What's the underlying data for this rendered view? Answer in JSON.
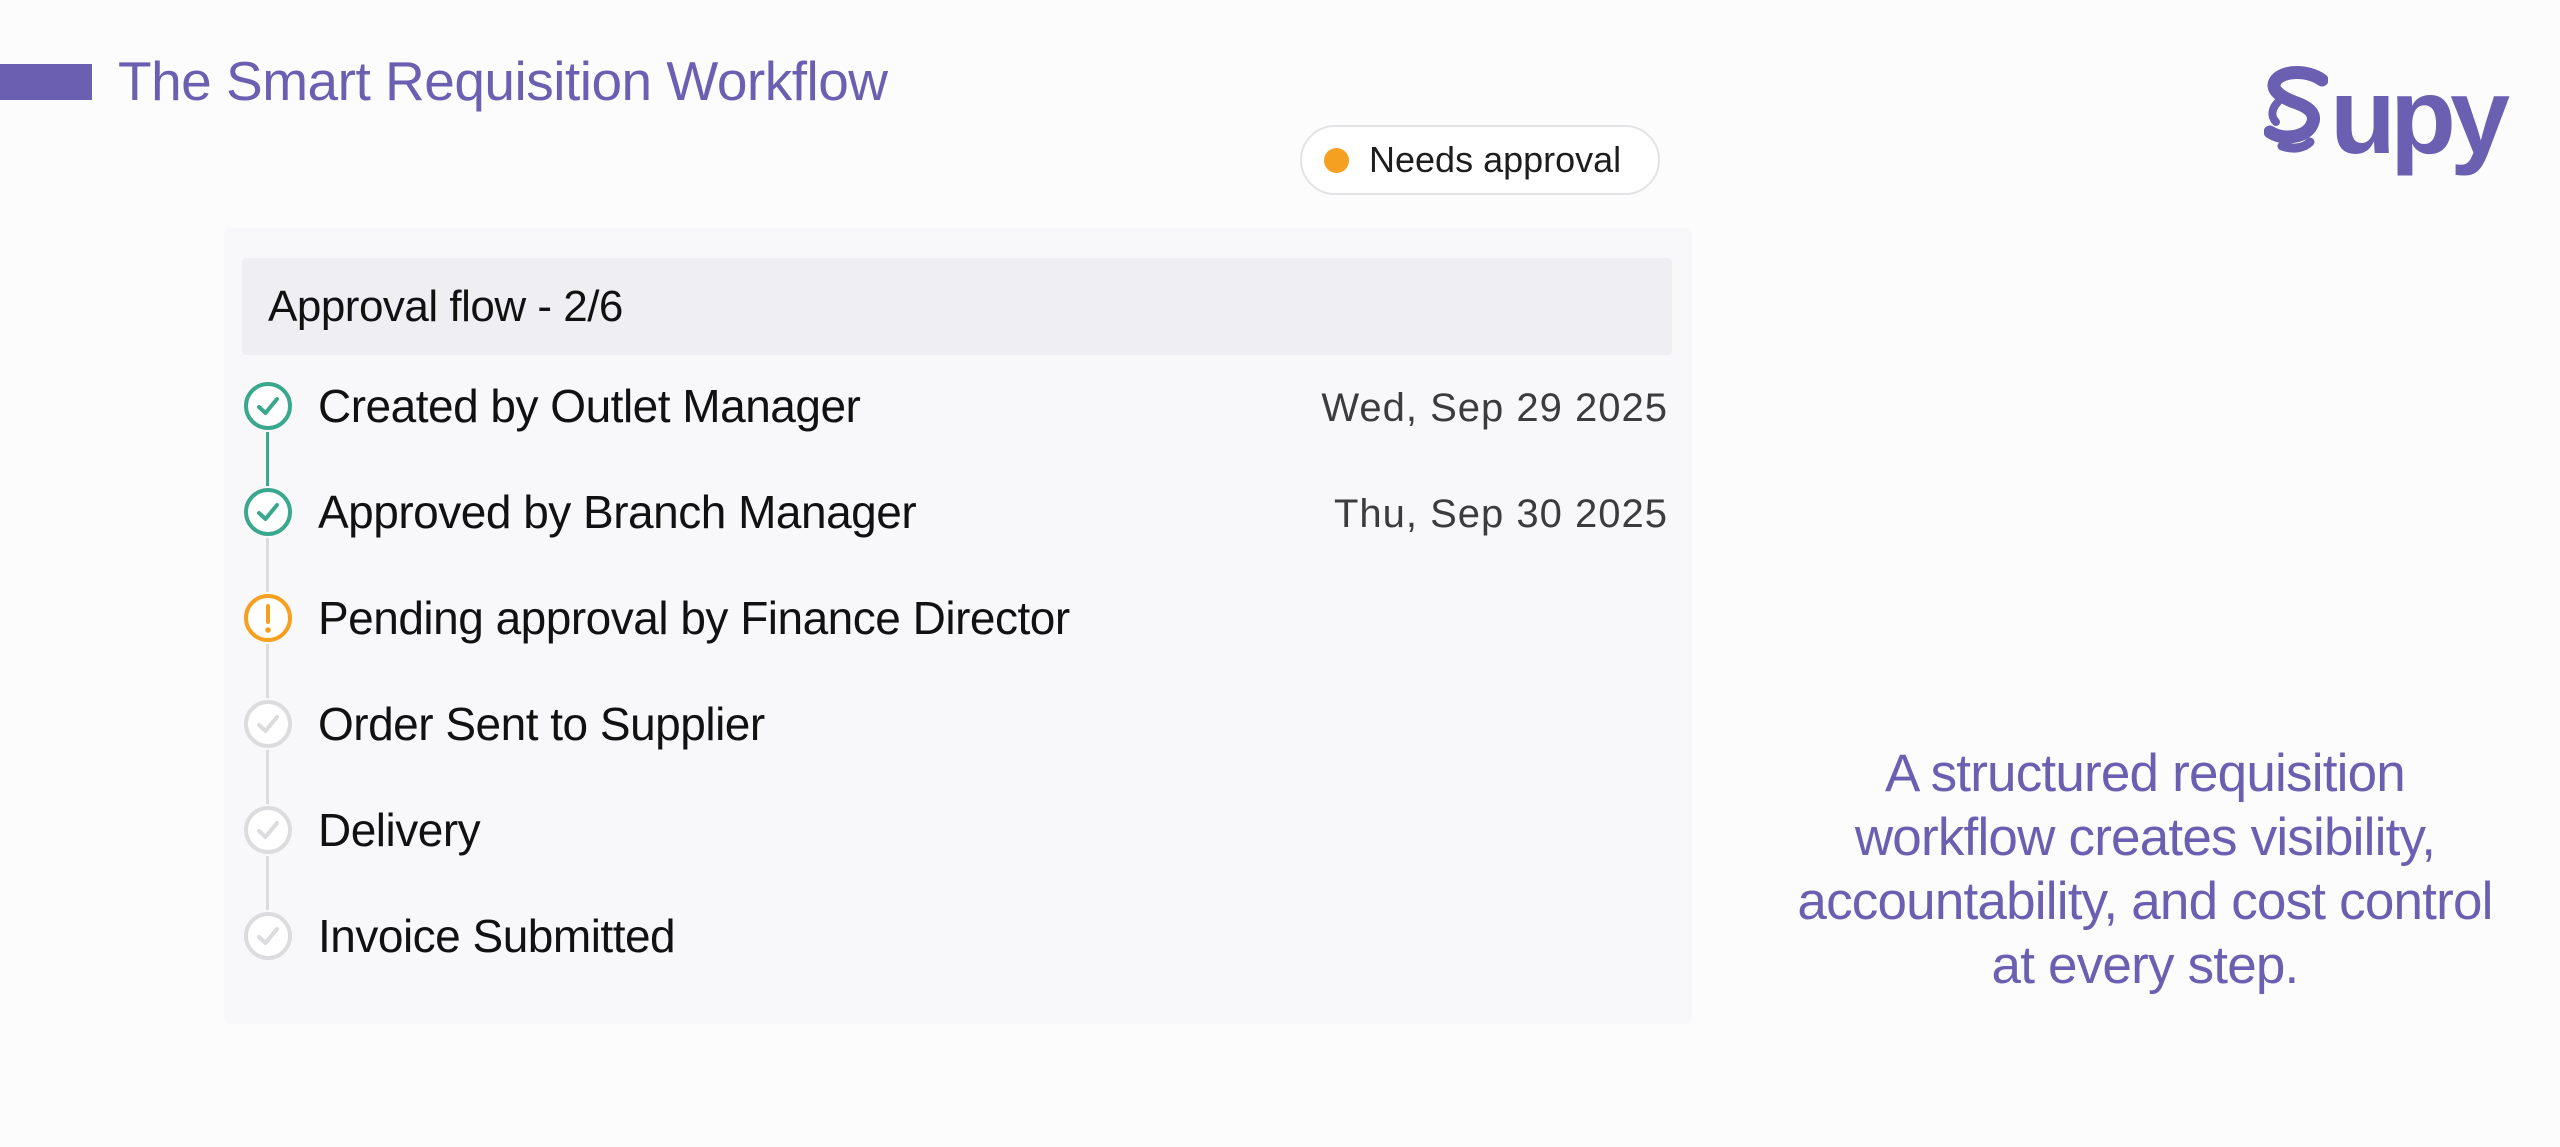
{
  "header": {
    "title": "The Smart Requisition Workflow"
  },
  "brand": {
    "logo_text": "upy",
    "logo_full": "Supy",
    "color": "#6b5fb1"
  },
  "status": {
    "label": "Needs approval",
    "color": "#f6a021"
  },
  "approval": {
    "title": "Approval flow - 2/6",
    "steps": [
      {
        "label": "Created by Outlet Manager",
        "date": "Wed, Sep 29 2025",
        "state": "completed",
        "icon": "check-circle-icon"
      },
      {
        "label": "Approved by Branch Manager",
        "date": "Thu, Sep 30 2025",
        "state": "completed",
        "icon": "check-circle-icon"
      },
      {
        "label": "Pending approval by Finance Director",
        "date": "",
        "state": "pending",
        "icon": "exclamation-circle-icon"
      },
      {
        "label": "Order Sent to Supplier",
        "date": "",
        "state": "upcoming",
        "icon": "check-circle-icon"
      },
      {
        "label": "Delivery",
        "date": "",
        "state": "upcoming",
        "icon": "check-circle-icon"
      },
      {
        "label": "Invoice Submitted",
        "date": "",
        "state": "upcoming",
        "icon": "check-circle-icon"
      }
    ],
    "colors": {
      "completed": "#3aa88d",
      "pending": "#f6a021",
      "upcoming": "#dcdbdd"
    }
  },
  "caption": "A structured requisition workflow creates visibility, accountability, and cost control at every step."
}
